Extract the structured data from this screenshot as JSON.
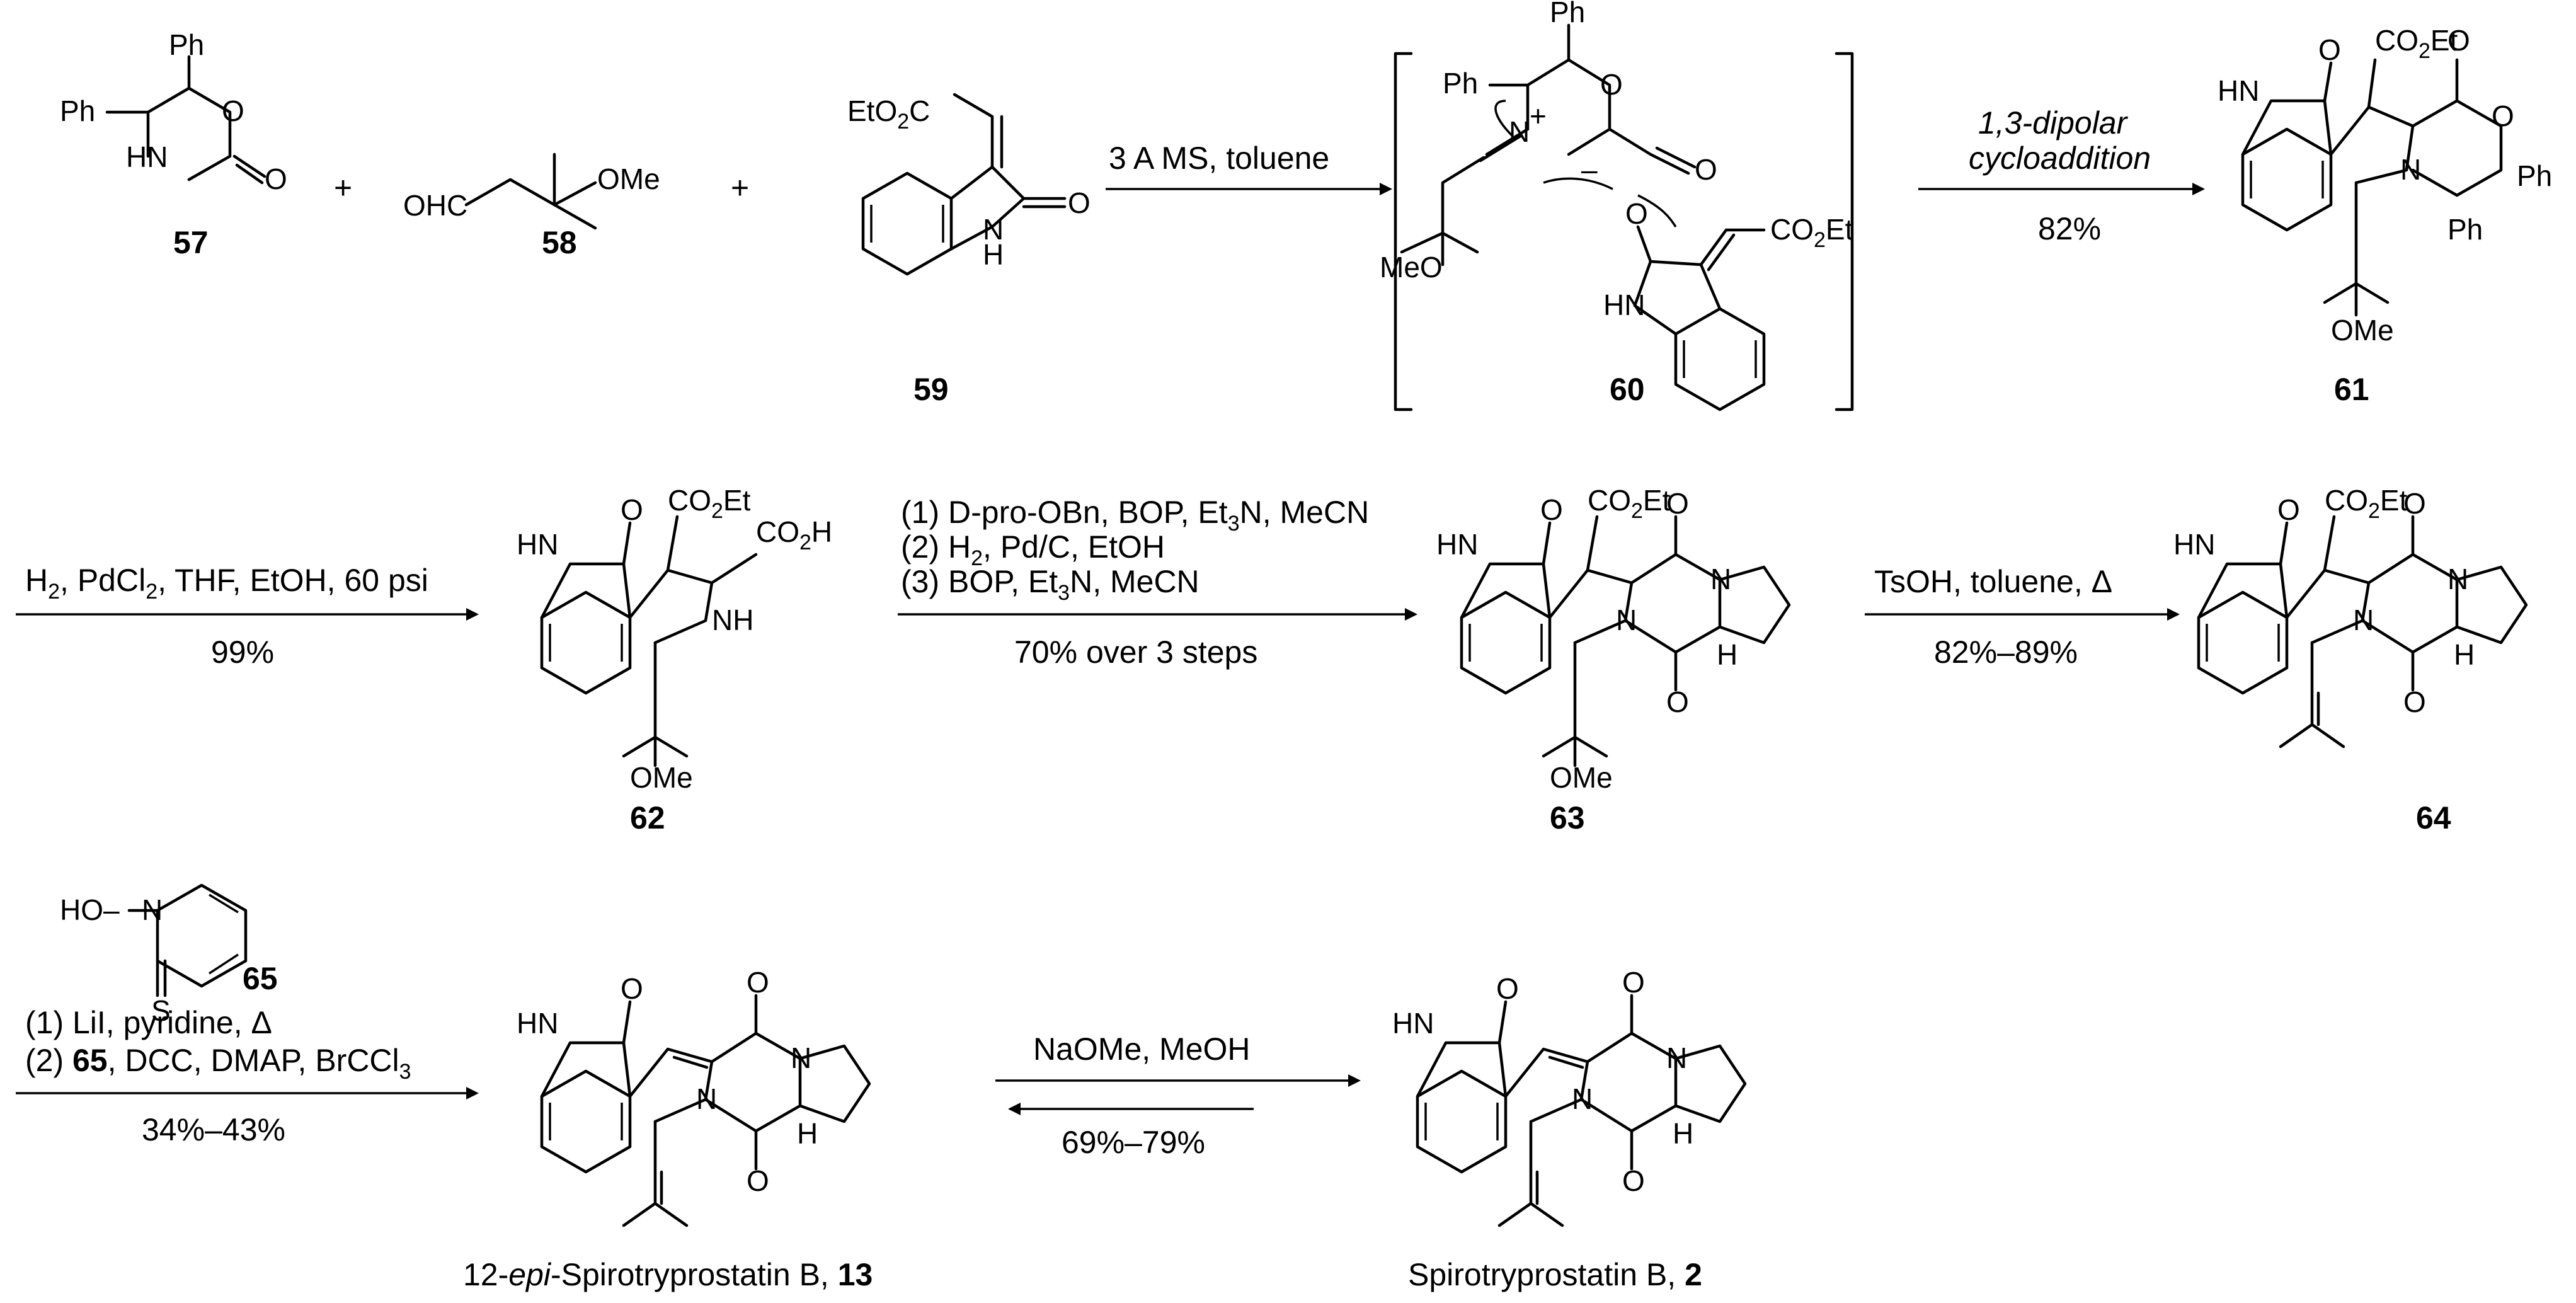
{
  "scheme": {
    "compounds": {
      "c57": "57",
      "c58": "58",
      "c59": "59",
      "c60": "60",
      "c61": "61",
      "c62": "62",
      "c63": "63",
      "c64": "64",
      "c65": "65"
    },
    "plus_sign": "+",
    "atoms": {
      "ph": "Ph",
      "hn": "HN",
      "nh": "NH",
      "h": "H",
      "n": "N",
      "o": "O",
      "s": "S",
      "ho": "HO",
      "ohc": "OHC",
      "ome": "OMe",
      "meo": "MeO",
      "co2et_a": "CO",
      "co2et_b": "2",
      "co2et_c": "Et",
      "eto2c_a": "EtO",
      "eto2c_b": "2",
      "eto2c_c": "C",
      "co2h_a": "CO",
      "co2h_b": "2",
      "co2h_c": "H",
      "n_plus": "+",
      "minus": "–"
    },
    "step1": {
      "conditions": "3 A MS, toluene"
    },
    "step2": {
      "conditions": "1,3-dipolar cycloaddition",
      "line1": "1,3-dipolar",
      "line2": "cycloaddition",
      "yield": "82%"
    },
    "step3": {
      "conditions_a": "H",
      "conditions_b": "2",
      "conditions_c": ", PdCl",
      "conditions_d": "2",
      "conditions_e": ", THF, EtOH, 60 psi",
      "yield": "99%"
    },
    "step4": {
      "line1": "(1) D-pro-OBn, BOP, Et",
      "line1_sub": "3",
      "line1_end": "N, MeCN",
      "line2": "(2) H",
      "line2_sub": "2",
      "line2_end": ", Pd/C, EtOH",
      "line3": "(3) BOP, Et",
      "line3_sub": "3",
      "line3_end": "N, MeCN",
      "yield": "70% over 3 steps"
    },
    "step5": {
      "conditions": "TsOH, toluene, Δ",
      "yield": "82%–89%"
    },
    "step6": {
      "line1": "(1) LiI, pyridine, Δ",
      "line2_a": "(2) ",
      "line2_b": "65",
      "line2_c": ", DCC, DMAP, BrCCl",
      "line2_sub": "3",
      "yield": "34%–43%"
    },
    "step7": {
      "conditions": "NaOMe, MeOH",
      "yield": "69%–79%"
    },
    "product13": {
      "prefix": "12-",
      "epi": "epi",
      "name": "-Spirotryprostatin B, ",
      "num": "13"
    },
    "product2": {
      "name": "Spirotryprostatin B, ",
      "num": "2"
    }
  }
}
